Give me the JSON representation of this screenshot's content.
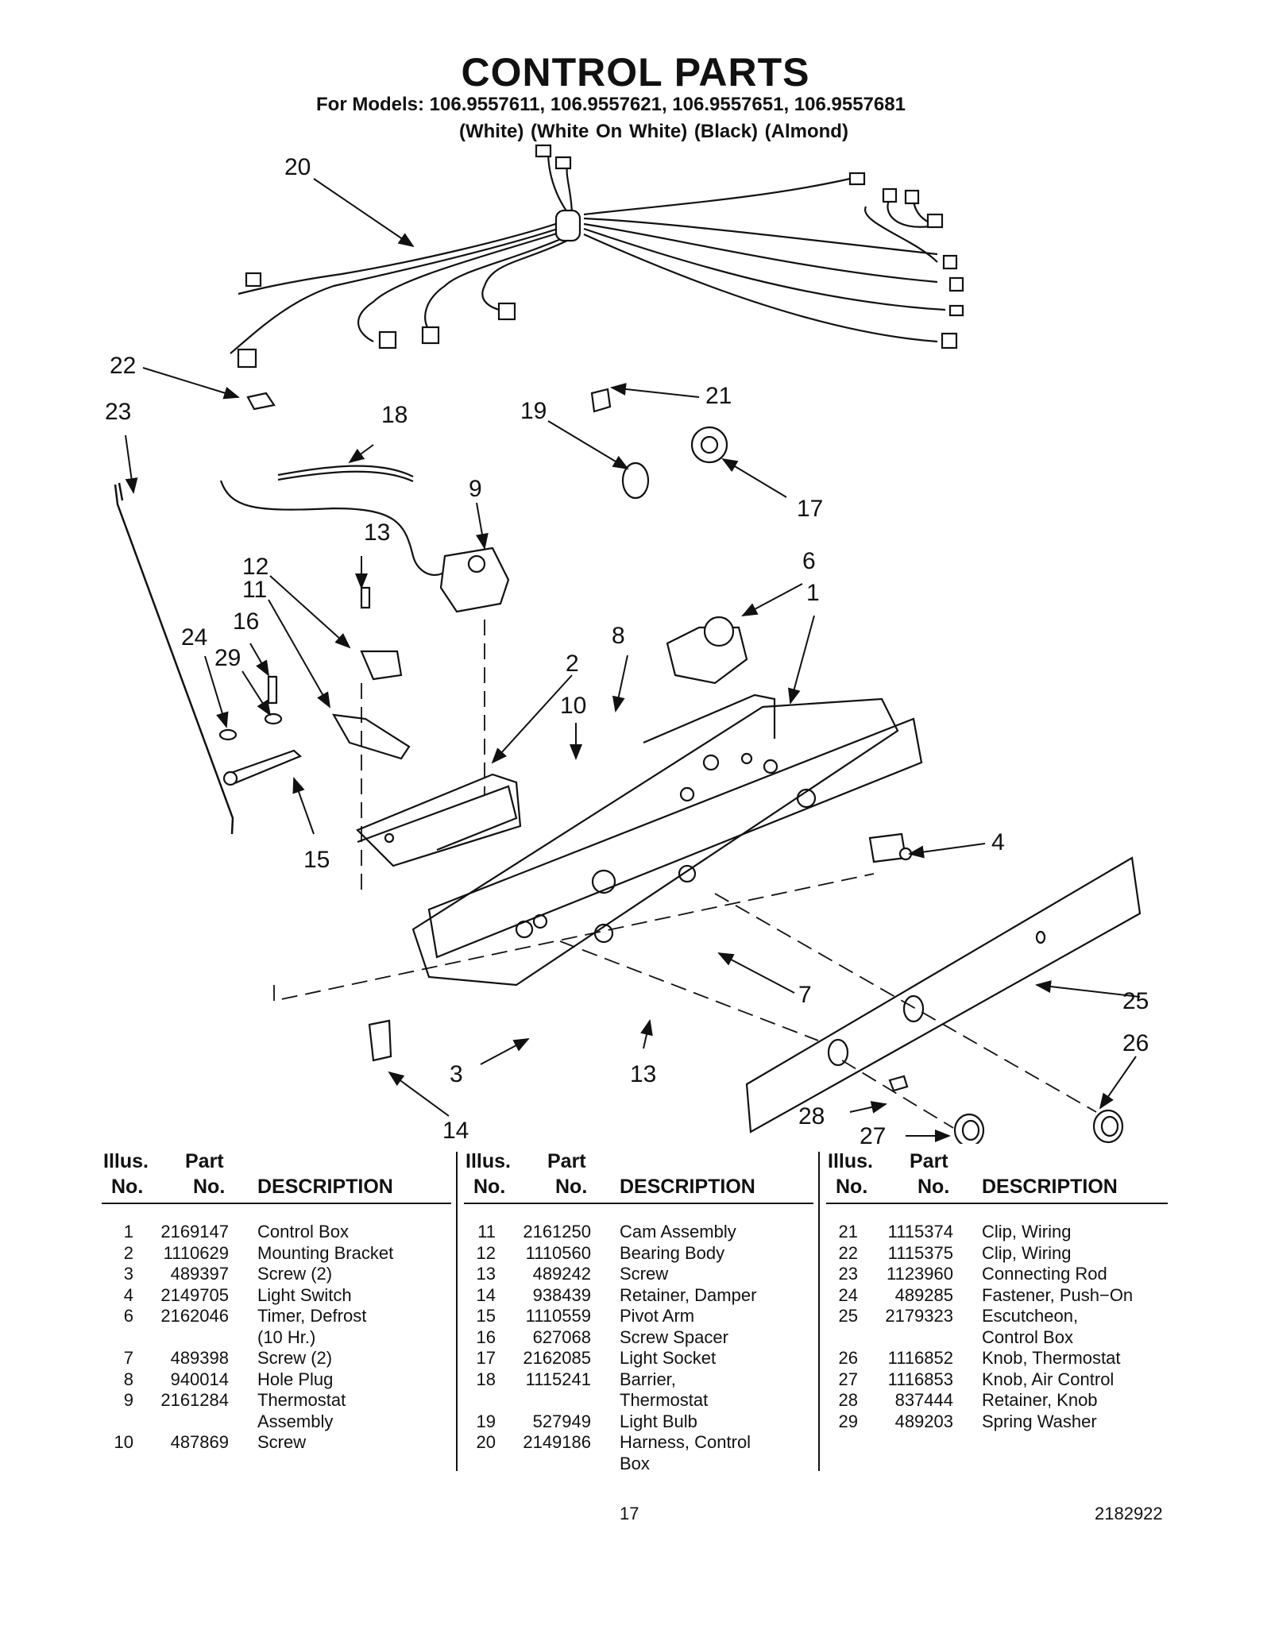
{
  "title": "CONTROL PARTS",
  "models_line": "For Models: 106.9557611, 106.9557621, 106.9557651, 106.9557681",
  "colors_line": "(White) (White On White) (Black)  (Almond)",
  "callouts": [
    "20",
    "22",
    "23",
    "18",
    "19",
    "21",
    "17",
    "9",
    "13",
    "12",
    "11",
    "16",
    "24",
    "29",
    "6",
    "1",
    "8",
    "2",
    "10",
    "4",
    "15",
    "25",
    "7",
    "26",
    "3",
    "13",
    "14",
    "28",
    "27"
  ],
  "table_headers": {
    "illus_top": "Illus.",
    "illus_bottom": "No.",
    "part_top": "Part",
    "part_bottom": "No.",
    "description": "DESCRIPTION"
  },
  "parts": [
    [
      {
        "illus": "1",
        "part": "2169147",
        "desc": "Control Box"
      },
      {
        "illus": "2",
        "part": "1110629",
        "desc": "Mounting Bracket"
      },
      {
        "illus": "3",
        "part": "489397",
        "desc": "Screw (2)"
      },
      {
        "illus": "4",
        "part": "2149705",
        "desc": "Light Switch"
      },
      {
        "illus": "6",
        "part": "2162046",
        "desc": "Timer, Defrost"
      },
      {
        "illus": "",
        "part": "",
        "desc": "(10 Hr.)"
      },
      {
        "illus": "7",
        "part": "489398",
        "desc": "Screw (2)"
      },
      {
        "illus": "8",
        "part": "940014",
        "desc": "Hole Plug"
      },
      {
        "illus": "9",
        "part": "2161284",
        "desc": "Thermostat"
      },
      {
        "illus": "",
        "part": "",
        "desc": "Assembly"
      },
      {
        "illus": "10",
        "part": "487869",
        "desc": "Screw"
      }
    ],
    [
      {
        "illus": "11",
        "part": "2161250",
        "desc": "Cam Assembly"
      },
      {
        "illus": "12",
        "part": "1110560",
        "desc": "Bearing Body"
      },
      {
        "illus": "13",
        "part": "489242",
        "desc": "Screw"
      },
      {
        "illus": "14",
        "part": "938439",
        "desc": "Retainer, Damper"
      },
      {
        "illus": "15",
        "part": "1110559",
        "desc": "Pivot Arm"
      },
      {
        "illus": "16",
        "part": "627068",
        "desc": "Screw Spacer"
      },
      {
        "illus": "17",
        "part": "2162085",
        "desc": "Light Socket"
      },
      {
        "illus": "18",
        "part": "1115241",
        "desc": "Barrier,"
      },
      {
        "illus": "",
        "part": "",
        "desc": "Thermostat"
      },
      {
        "illus": "19",
        "part": "527949",
        "desc": "Light Bulb"
      },
      {
        "illus": "20",
        "part": "2149186",
        "desc": "Harness, Control"
      },
      {
        "illus": "",
        "part": "",
        "desc": "Box"
      }
    ],
    [
      {
        "illus": "21",
        "part": "1115374",
        "desc": "Clip, Wiring"
      },
      {
        "illus": "22",
        "part": "1115375",
        "desc": "Clip, Wiring"
      },
      {
        "illus": "23",
        "part": "1123960",
        "desc": "Connecting Rod"
      },
      {
        "illus": "24",
        "part": "489285",
        "desc": "Fastener, Push−On"
      },
      {
        "illus": "25",
        "part": "2179323",
        "desc": "Escutcheon,"
      },
      {
        "illus": "",
        "part": "",
        "desc": "Control Box"
      },
      {
        "illus": "26",
        "part": "1116852",
        "desc": "Knob, Thermostat"
      },
      {
        "illus": "27",
        "part": "1116853",
        "desc": "Knob, Air Control"
      },
      {
        "illus": "28",
        "part": "837444",
        "desc": "Retainer, Knob"
      },
      {
        "illus": "29",
        "part": "489203",
        "desc": "Spring Washer"
      }
    ]
  ],
  "footer": {
    "page_number": "17",
    "document_number": "2182922"
  }
}
